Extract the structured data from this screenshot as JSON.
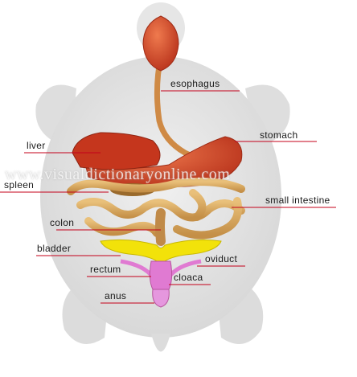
{
  "diagram": {
    "labels": {
      "esophagus": "esophagus",
      "stomach": "stomach",
      "liver": "liver",
      "spleen": "spleen",
      "colon": "colon",
      "small_intestine": "small intestine",
      "bladder": "bladder",
      "oviduct": "oviduct",
      "rectum": "rectum",
      "cloaca": "cloaca",
      "anus": "anus"
    },
    "watermark": "www.visualdictionaryonline.com"
  },
  "colors": {
    "leader_line": "#c4001a",
    "silhouette": "#e2e2e2",
    "liver": "#c9381e",
    "stomach": "#d84a26",
    "intestine": "#d4a55e",
    "bladder": "#f2e20a",
    "oviduct": "#e07ad2",
    "anus": "#e597de"
  }
}
